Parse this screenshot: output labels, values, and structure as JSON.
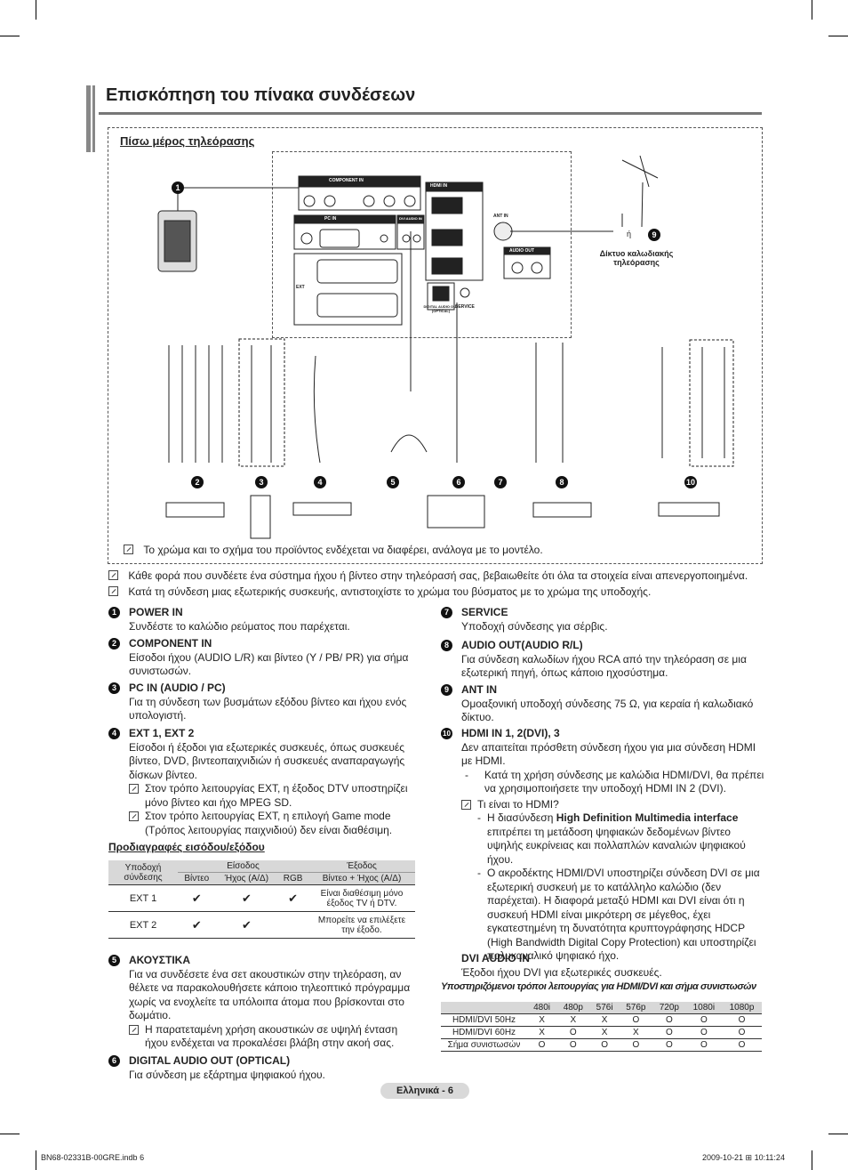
{
  "title": "Επισκόπηση του πίνακα συνδέσεων",
  "diagram": {
    "title": "Πίσω μέρος τηλεόρασης",
    "panel_labels": {
      "component_in": "COMPONENT IN",
      "audio": "AUDIO",
      "hdmi_in": "HDMI IN",
      "pc_in": "PC IN",
      "audio_pc": "AUDIO",
      "pc": "PC",
      "dvi_audio_in": "DVI AUDIO IN",
      "ant_in": "ANT IN",
      "audio_out": "AUDIO OUT",
      "ext": "EXT",
      "digital_audio_out": "DIGITAL AUDIO OUT (OPTICAL)",
      "service": "SERVICE",
      "or": "ή"
    },
    "cable_net": "Δίκτυο καλωδιακής τηλεόρασης",
    "note": "Το χρώμα και το σχήμα του προϊόντος ενδέχεται να διαφέρει, ανάλογα με το μοντέλο."
  },
  "notes": [
    "Κάθε φορά που συνδέετε ένα σύστημα ήχου ή βίντεο στην τηλεόρασή σας, βεβαιωθείτε ότι όλα τα στοιχεία είναι απενεργοποιημένα.",
    "Κατά τη σύνδεση μιας εξωτερικής συσκευής, αντιστοιχίστε το χρώμα του βύσματος με το χρώμα της υποδοχής."
  ],
  "left": {
    "s1": {
      "num": "1",
      "head": "POWER IN",
      "body": "Συνδέστε το καλώδιο ρεύματος που παρέχεται."
    },
    "s2": {
      "num": "2",
      "head": "COMPONENT IN",
      "body": "Είσοδοι ήχου (AUDIO L/R) και βίντεο (Y / PB/ PR) για σήμα συνιστωσών."
    },
    "s3": {
      "num": "3",
      "head": "PC IN (AUDIO / PC)",
      "body": "Για τη σύνδεση των βυσμάτων εξόδου βίντεο και ήχου ενός υπολογιστή."
    },
    "s4": {
      "num": "4",
      "head": "EXT 1, EXT 2",
      "body": "Είσοδοι ή έξοδοι για εξωτερικές συσκευές, όπως συσκευές βίντεο, DVD, βιντεοπαιχνιδιών ή συσκευές αναπαραγωγής δίσκων βίντεο.",
      "n1": "Στον τρόπο λειτουργίας EXT, η έξοδος DTV υποστηρίζει μόνο βίντεο και ήχο MPEG SD.",
      "n2": "Στον τρόπο λειτουργίας EXT, η επιλογή Game mode (Τρόπος λειτουργίας παιχνιδιού) δεν είναι διαθέσιμη."
    },
    "spec_title": "Προδιαγραφές εισόδου/εξόδου",
    "spec": {
      "c_conn": "Υποδοχή σύνδεσης",
      "c_in": "Είσοδος",
      "c_out": "Έξοδος",
      "c_video": "Βίντεο",
      "c_audio": "Ήχος (Α/Δ)",
      "c_rgb": "RGB",
      "c_va": "Βίντεο + Ήχος (Α/Δ)",
      "r1": {
        "name": "EXT 1",
        "v": "✔",
        "a": "✔",
        "rgb": "✔",
        "out": "Είναι διαθέσιμη μόνο έξοδος TV ή DTV."
      },
      "r2": {
        "name": "EXT 2",
        "v": "✔",
        "a": "✔",
        "rgb": "",
        "out": "Μπορείτε να επιλέξετε την έξοδο."
      }
    },
    "s5": {
      "num": "5",
      "head": "ΑΚΟΥΣΤΙΚΑ",
      "body": "Για να συνδέσετε ένα σετ ακουστικών στην τηλεόραση, αν θέλετε να παρακολουθήσετε κάποιο τηλεοπτικό πρόγραμμα χωρίς να ενοχλείτε τα υπόλοιπα άτομα που βρίσκονται στο δωμάτιο.",
      "n1": "Η παρατεταμένη χρήση ακουστικών σε υψηλή ένταση ήχου ενδέχεται να προκαλέσει βλάβη στην ακοή σας."
    },
    "s6": {
      "num": "6",
      "head": "DIGITAL AUDIO OUT (OPTICAL)",
      "body": "Για σύνδεση με εξάρτημα ψηφιακού ήχου."
    }
  },
  "right": {
    "s7": {
      "num": "7",
      "head": "SERVICE",
      "body": "Υποδοχή σύνδεσης για σέρβις."
    },
    "s8": {
      "num": "8",
      "head": "AUDIO OUT(AUDIO R/L)",
      "body": "Για σύνδεση καλωδίων ήχου RCA από την τηλεόραση σε μια εξωτερική πηγή, όπως κάποιο ηχοσύστημα."
    },
    "s9": {
      "num": "9",
      "head": "ANT IN",
      "body": "Ομοαξονική υποδοχή σύνδεσης 75 Ω, για κεραία ή καλωδιακό δίκτυο."
    },
    "s10": {
      "num": "10",
      "head": "HDMI IN 1, 2(DVI), 3",
      "body": "Δεν απαιτείται πρόσθετη σύνδεση ήχου για μια σύνδεση HDMI με HDMI.",
      "d1": "Κατά τη χρήση σύνδεσης με καλώδια HDMI/DVI, θα πρέπει να χρησιμοποιήσετε την υποδοχή HDMI IN 2 (DVI).",
      "q": "Τι είναι το HDMI?",
      "d2a": "Η διασύνδεση ",
      "d2b": "High Definition Multimedia interface",
      "d2c": "επιτρέπει τη μετάδοση ψηφιακών δεδομένων βίντεο υψηλής ευκρίνειας και πολλαπλών καναλιών ψηφιακού ήχου.",
      "d3": "Ο ακροδέκτης HDMI/DVI υποστηρίζει σύνδεση DVI σε μια εξωτερική συσκευή με το κατάλληλο καλώδιο (δεν παρέχεται). Η διαφορά μεταξύ HDMI και DVI είναι ότι η συσκευή HDMI είναι μικρότερη σε μέγεθος, έχει εγκατεστημένη τη δυνατότητα κρυπτογράφησης HDCP (High Bandwidth Digital Copy Protection) και υποστηρίζει πολυκαναλικό ψηφιακό ήχο."
    },
    "dvi_head": "DVI AUDIO IN",
    "dvi_body": "Έξοδοι ήχου DVI για εξωτερικές συσκευές.",
    "modes_title": "Υποστηριζόμενοι τρόποι λειτουργίας για HDMI/DVI και σήμα συνιστωσών",
    "modes": {
      "cols": [
        "480i",
        "480p",
        "576i",
        "576p",
        "720p",
        "1080i",
        "1080p"
      ],
      "rows": [
        {
          "name": "HDMI/DVI 50Hz",
          "vals": [
            "X",
            "X",
            "X",
            "O",
            "O",
            "O",
            "O"
          ]
        },
        {
          "name": "HDMI/DVI 60Hz",
          "vals": [
            "X",
            "O",
            "X",
            "X",
            "O",
            "O",
            "O"
          ]
        },
        {
          "name": "Σήμα συνιστωσών",
          "vals": [
            "O",
            "O",
            "O",
            "O",
            "O",
            "O",
            "O"
          ]
        }
      ]
    }
  },
  "footer": {
    "page": "Ελληνικά - 6",
    "file": "BN68-02331B-00GRE.indb   6",
    "date": "2009-10-21   ⊞ 10:11:24"
  }
}
